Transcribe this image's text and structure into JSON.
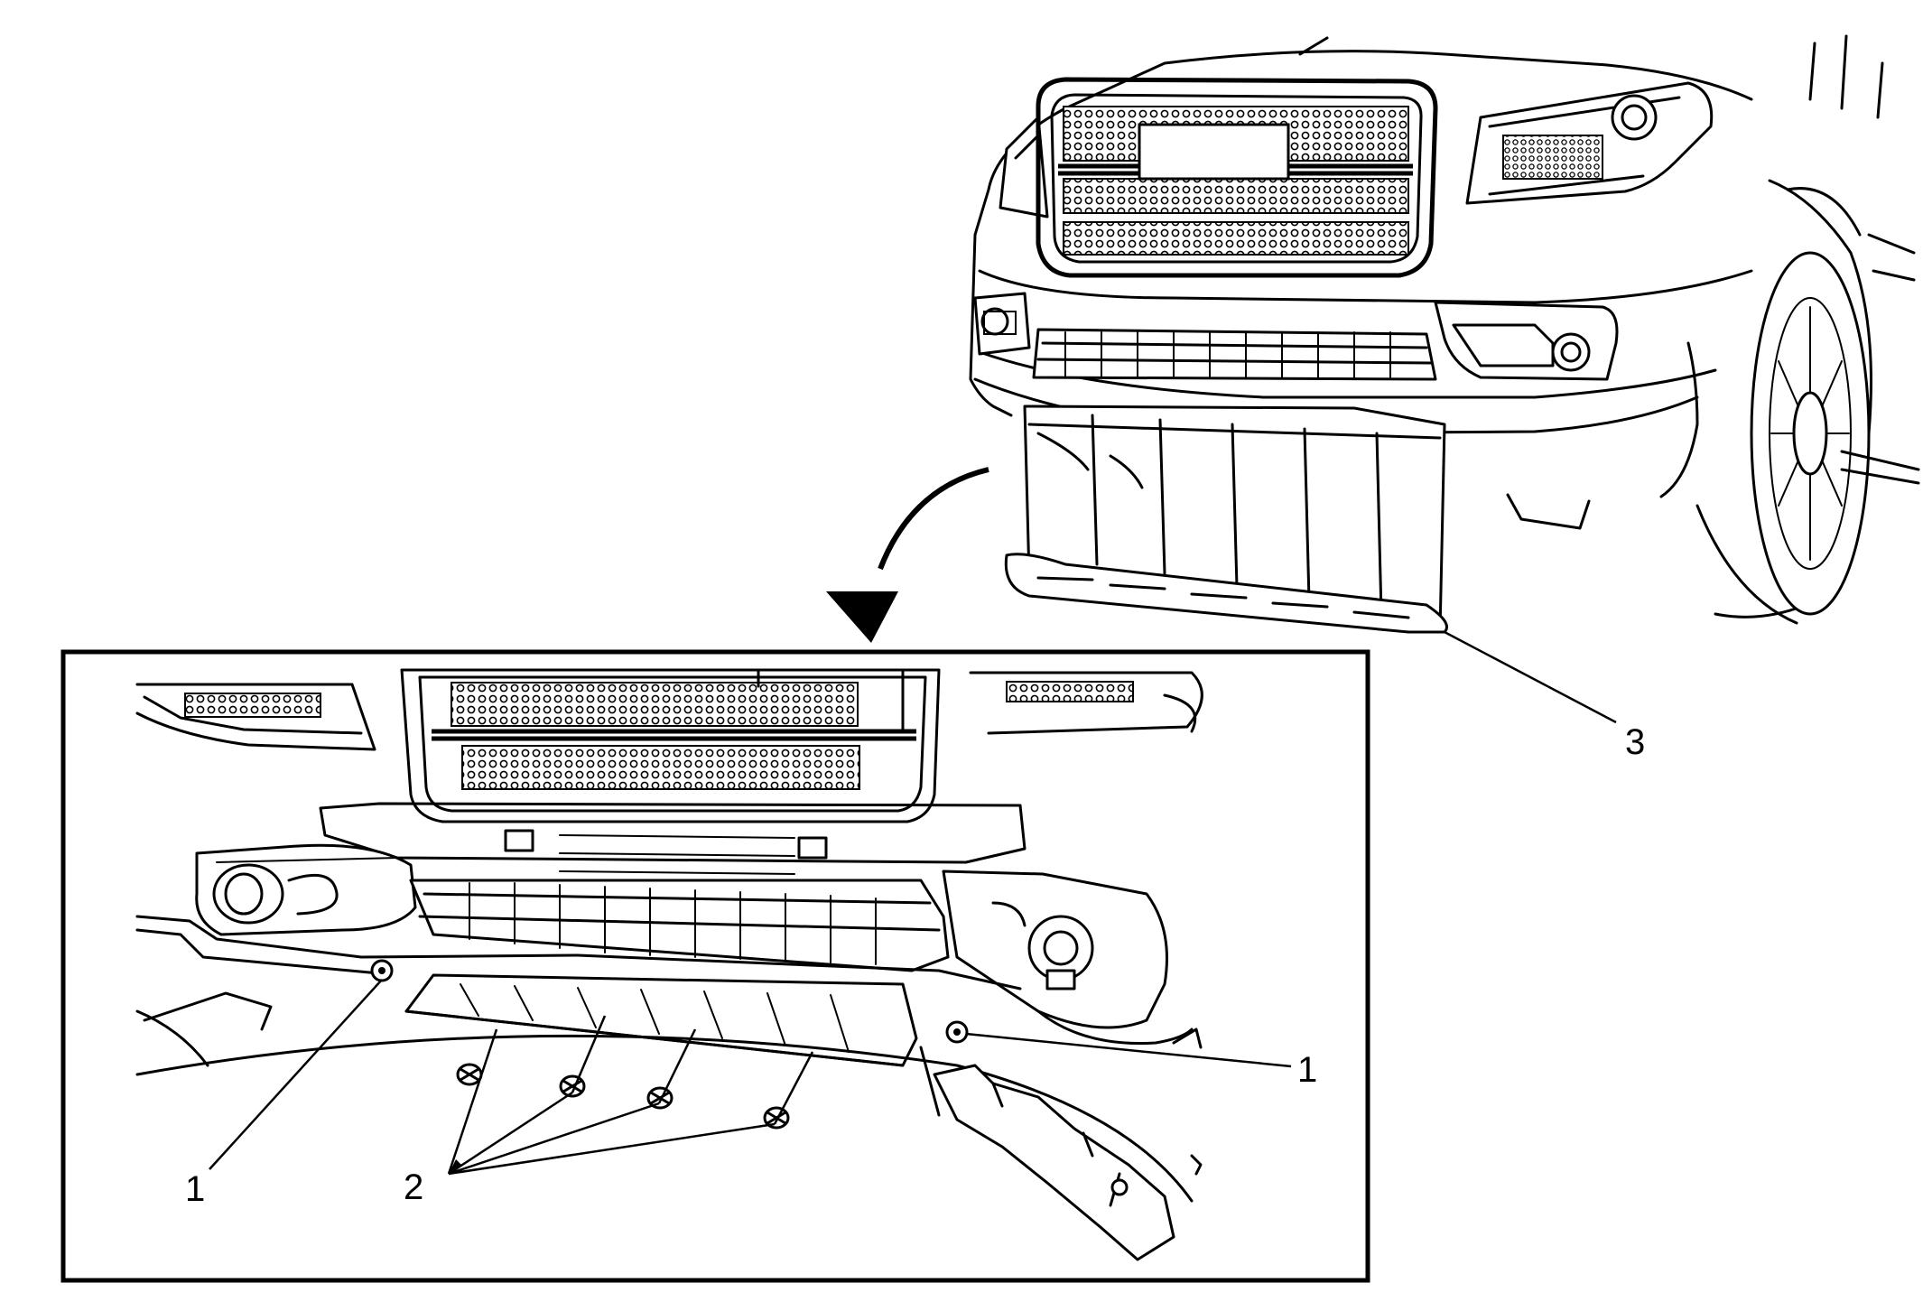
{
  "callouts": {
    "left_retainer": "1",
    "right_retainer": "1",
    "bolts": "2",
    "air_deflector": "3"
  },
  "colors": {
    "line": "#000000",
    "background": "#ffffff"
  }
}
